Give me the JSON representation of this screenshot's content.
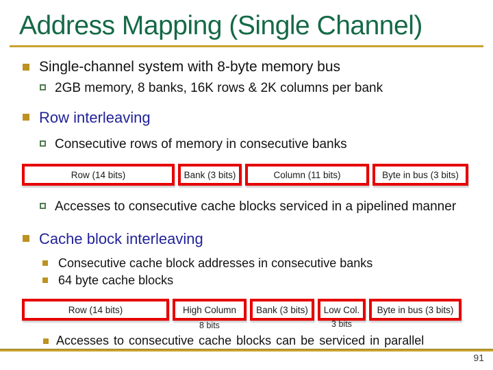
{
  "slide": {
    "title": "Address Mapping (Single Channel)",
    "page_number": "91"
  },
  "sections": {
    "single_channel": {
      "heading": "Single-channel system with 8-byte memory bus",
      "detail": "2GB memory, 8 banks, 16K rows & 2K columns per bank"
    },
    "row_interleaving": {
      "heading": "Row interleaving",
      "detail": "Consecutive rows of memory in consecutive banks",
      "note": "Accesses to consecutive cache blocks serviced in a pipelined manner"
    },
    "cache_block_interleaving": {
      "heading": "Cache block interleaving",
      "detail1": "Consecutive cache block addresses in consecutive banks",
      "detail2": "64 byte cache blocks",
      "note": "Accesses to consecutive cache blocks can be serviced in parallel"
    }
  },
  "row_table": {
    "cells": [
      "Row (14 bits)",
      "Bank (3 bits)",
      "Column (11 bits)",
      "Byte in bus (3 bits)"
    ]
  },
  "cache_table": {
    "cells": [
      "Row (14 bits)",
      "High Column",
      "Bank (3 bits)",
      "Low Col.",
      "Byte in bus (3 bits)"
    ],
    "caption_high_column": "8 bits",
    "caption_low_col": "3 bits"
  },
  "colors": {
    "title_green": "#156947",
    "accent_gold": "#C9A22E",
    "bullet_gold": "#BD9221",
    "bullet_green_outline": "#4F7B52",
    "heading_blue": "#22229A",
    "table_border_red": "#E60000"
  }
}
